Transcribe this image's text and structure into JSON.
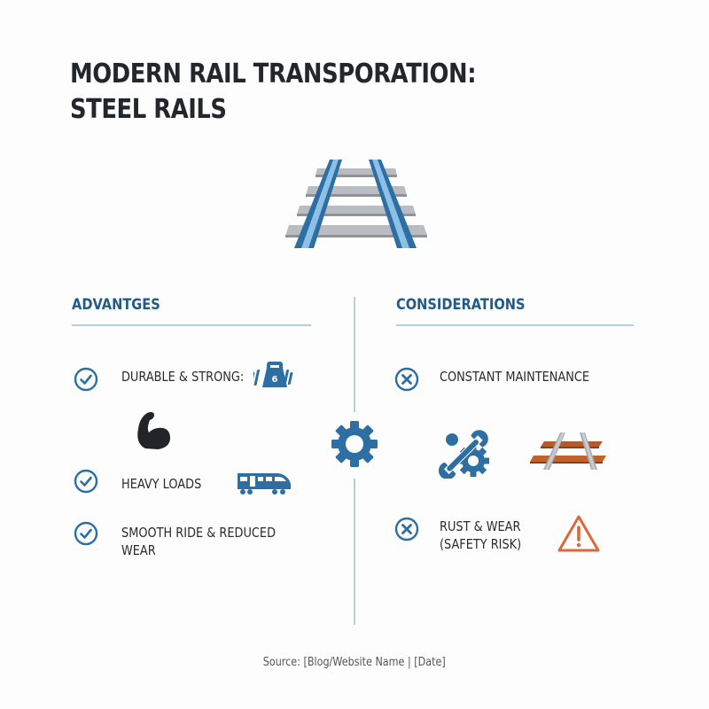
{
  "header": {
    "title_line1": "MODERN RAIL TRANSPORATION:",
    "title_line2": "STEEL RAILS",
    "hero_icon": "railway-track-icon"
  },
  "colors": {
    "primary_blue": "#2e6fa3",
    "light_blue": "#8cc0e6",
    "heading_blue": "#245b86",
    "rule_blue": "#b3d0e3",
    "tie_grey": "#a9adb2",
    "warning_orange": "#d9683a",
    "rust_brown": "#b45a2c",
    "text_dark": "#2b2b2b"
  },
  "advantages": {
    "heading": "ADVANTGES",
    "items": [
      {
        "label": "DURABLE & STRONG:",
        "status_icon": "check-circle-icon",
        "illustration": "weight-icon",
        "weight_label": "6"
      },
      {
        "label": "",
        "status_icon": "",
        "illustration": "flexed-bicep-icon"
      },
      {
        "label": "HEAVY LOADS",
        "status_icon": "check-circle-icon",
        "illustration": "train-icon"
      },
      {
        "label": "SMOOTH RIDE & REDUCED",
        "label_line2": "WEAR",
        "status_icon": "check-circle-icon"
      }
    ]
  },
  "center": {
    "icon": "gear-icon"
  },
  "considerations": {
    "heading": "CONSIDERATIONS",
    "items": [
      {
        "label": "CONSTANT MAINTENANCE",
        "status_icon": "x-circle-icon",
        "illustrations": [
          "wrench-gear-icon",
          "rusty-track-icon"
        ]
      },
      {
        "label": "RUST & WEAR",
        "label_line2": "(SAFETY RISK)",
        "status_icon": "x-circle-icon",
        "illustration": "warning-triangle-icon"
      }
    ]
  },
  "footer": {
    "source": "Source: [Blog/Website Name | [Date]"
  }
}
